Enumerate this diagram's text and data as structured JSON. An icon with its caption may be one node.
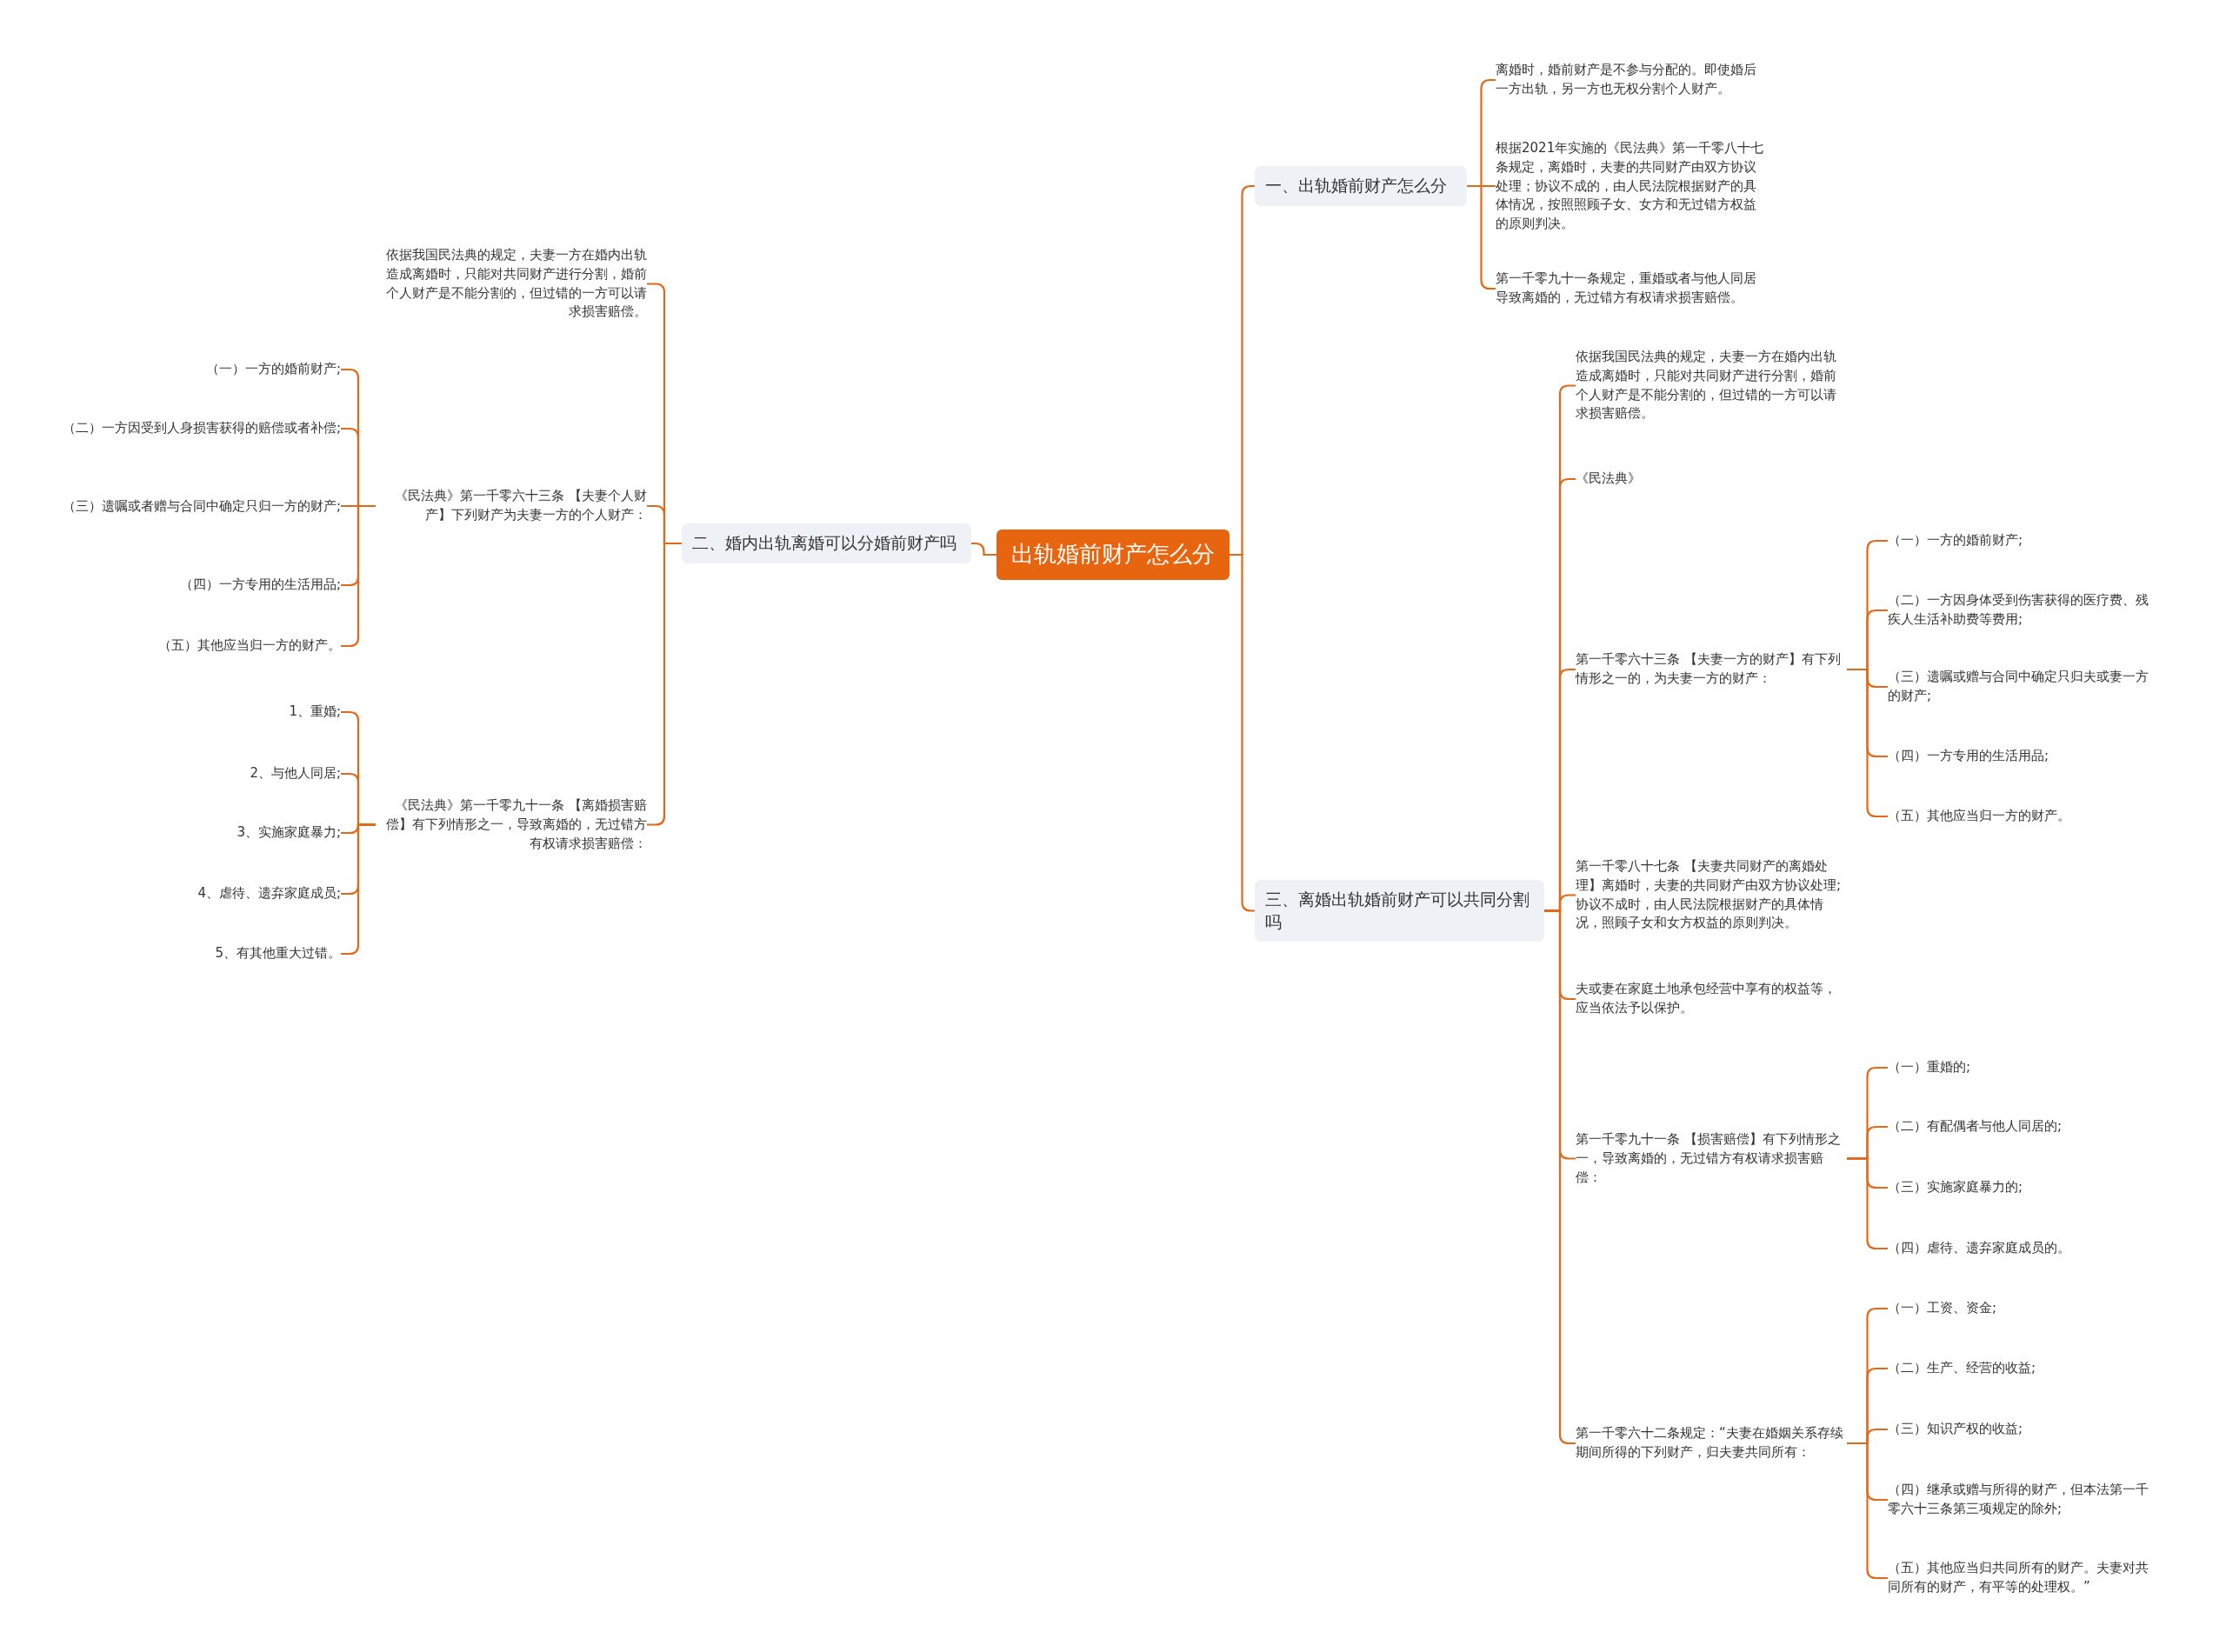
{
  "diagram": {
    "nodes": [
      {
        "text": [
          "出轨婚前财产怎么分"
        ]
      },
      {
        "text": [
          "一、出轨婚前财产怎么分"
        ]
      },
      {
        "text": [
          "离婚时，婚前财产是不参与分配的。即使婚后一方出轨，另一方也无权分割个人财产。"
        ]
      },
      {
        "text": [
          "根据2021年实施的《民法典》第一千零八十七条规定，离婚时，夫妻的共同财产由双方协议处理；协议不成的，由人民法院根据财产的具体情况，按照照顾子女、女方和无过错方权益的原则判决。"
        ]
      },
      {
        "text": [
          "第一千零九十一条规定，重婚或者与他人同居导致离婚的，无过错方有权请求损害赔偿。"
        ]
      },
      {
        "text": [
          "二、婚内出轨离婚可以分婚前财产吗"
        ]
      },
      {
        "text": [
          "依据我国民法典的规定，夫妻一方在婚内出轨造成离婚时，只能对共同财产进行分割，婚前个人财产是不能分割的，但过错的一方可以请求损害赔偿。"
        ]
      },
      {
        "text": [
          "《民法典》第一千零六十三条 【夫妻个人财产】下列财产为夫妻一方的个人财产："
        ]
      },
      {
        "text": [
          "（一）一方的婚前财产;"
        ]
      },
      {
        "text": [
          "（二）一方因受到人身损害获得的赔偿或者补偿;"
        ]
      },
      {
        "text": [
          "（三）遗嘱或者赠与合同中确定只归一方的财产;"
        ]
      },
      {
        "text": [
          "（四）一方专用的生活用品;"
        ]
      },
      {
        "text": [
          "（五）其他应当归一方的财产。"
        ]
      },
      {
        "text": [
          "《民法典》第一千零九十一条 【离婚损害赔偿】有下列情形之一，导致离婚的，无过错方有权请求损害赔偿："
        ]
      },
      {
        "text": [
          "1、重婚;"
        ]
      },
      {
        "text": [
          "2、与他人同居;"
        ]
      },
      {
        "text": [
          "3、实施家庭暴力;"
        ]
      },
      {
        "text": [
          "4、虐待、遗弃家庭成员;"
        ]
      },
      {
        "text": [
          "5、有其他重大过错。"
        ]
      },
      {
        "text": [
          "三、离婚出轨婚前财产可以共同分割吗"
        ]
      },
      {
        "text": [
          "依据我国民法典的规定，夫妻一方在婚内出轨造成离婚时，只能对共同财产进行分割，婚前个人财产是不能分割的，但过错的一方可以请求损害赔偿。"
        ]
      },
      {
        "text": [
          "《民法典》"
        ]
      },
      {
        "text": [
          "第一千零六十三条 【夫妻一方的财产】有下列情形之一的，为夫妻一方的财产："
        ]
      },
      {
        "text": [
          "（一）一方的婚前财产;"
        ]
      },
      {
        "text": [
          "（二）一方因身体受到伤害获得的医疗费、残疾人生活补助费等费用;"
        ]
      },
      {
        "text": [
          "（三）遗嘱或赠与合同中确定只归夫或妻一方的财产;"
        ]
      },
      {
        "text": [
          "（四）一方专用的生活用品;"
        ]
      },
      {
        "text": [
          "（五）其他应当归一方的财产。"
        ]
      },
      {
        "text": [
          "第一千零八十七条 【夫妻共同财产的离婚处理】离婚时，夫妻的共同财产由双方协议处理;协议不成时，由人民法院根据财产的具体情况，照顾子女和女方权益的原则判决。"
        ]
      },
      {
        "text": [
          "夫或妻在家庭土地承包经营中享有的权益等，应当依法予以保护。"
        ]
      },
      {
        "text": [
          "第一千零九十一条 【损害赔偿】有下列情形之一，导致离婚的，无过错方有权请求损害赔偿："
        ]
      },
      {
        "text": [
          "（一）重婚的;"
        ]
      },
      {
        "text": [
          "（二）有配偶者与他人同居的;"
        ]
      },
      {
        "text": [
          "（三）实施家庭暴力的;"
        ]
      },
      {
        "text": [
          "（四）虐待、遗弃家庭成员的。"
        ]
      },
      {
        "text": [
          "第一千零六十二条规定：“夫妻在婚姻关系存续期间所得的下列财产，归夫妻共同所有："
        ]
      },
      {
        "text": [
          "（一）工资、资金;"
        ]
      },
      {
        "text": [
          "（二）生产、经营的收益;"
        ]
      },
      {
        "text": [
          "（三）知识产权的收益;"
        ]
      },
      {
        "text": [
          "（四）继承或赠与所得的财产，但本法第一千零六十三条第三项规定的除外;"
        ]
      },
      {
        "text": [
          "（五）其他应当归共同所有的财产。夫妻对共同所有的财产，有平等的处理权。”"
        ]
      }
    ],
    "edges": [
      {
        "from": 0,
        "to": 1,
        "arrow": "none"
      },
      {
        "from": 1,
        "to": 2,
        "arrow": "none"
      },
      {
        "from": 1,
        "to": 3,
        "arrow": "none"
      },
      {
        "from": 1,
        "to": 4,
        "arrow": "none"
      },
      {
        "from": 0,
        "to": 5,
        "arrow": "none"
      },
      {
        "from": 5,
        "to": 6,
        "arrow": "none"
      },
      {
        "from": 5,
        "to": 7,
        "arrow": "none"
      },
      {
        "from": 7,
        "to": 8,
        "arrow": "none"
      },
      {
        "from": 7,
        "to": 9,
        "arrow": "none"
      },
      {
        "from": 7,
        "to": 10,
        "arrow": "none"
      },
      {
        "from": 7,
        "to": 11,
        "arrow": "none"
      },
      {
        "from": 7,
        "to": 12,
        "arrow": "none"
      },
      {
        "from": 5,
        "to": 13,
        "arrow": "none"
      },
      {
        "from": 13,
        "to": 14,
        "arrow": "none"
      },
      {
        "from": 13,
        "to": 15,
        "arrow": "none"
      },
      {
        "from": 13,
        "to": 16,
        "arrow": "none"
      },
      {
        "from": 13,
        "to": 17,
        "arrow": "none"
      },
      {
        "from": 13,
        "to": 18,
        "arrow": "none"
      },
      {
        "from": 0,
        "to": 19,
        "arrow": "none"
      },
      {
        "from": 19,
        "to": 20,
        "arrow": "none"
      },
      {
        "from": 19,
        "to": 21,
        "arrow": "none"
      },
      {
        "from": 19,
        "to": 22,
        "arrow": "none"
      },
      {
        "from": 22,
        "to": 23,
        "arrow": "none"
      },
      {
        "from": 22,
        "to": 24,
        "arrow": "none"
      },
      {
        "from": 22,
        "to": 25,
        "arrow": "none"
      },
      {
        "from": 22,
        "to": 26,
        "arrow": "none"
      },
      {
        "from": 22,
        "to": 27,
        "arrow": "none"
      },
      {
        "from": 19,
        "to": 28,
        "arrow": "none"
      },
      {
        "from": 19,
        "to": 29,
        "arrow": "none"
      },
      {
        "from": 19,
        "to": 30,
        "arrow": "none"
      },
      {
        "from": 30,
        "to": 31,
        "arrow": "none"
      },
      {
        "from": 30,
        "to": 32,
        "arrow": "none"
      },
      {
        "from": 30,
        "to": 33,
        "arrow": "none"
      },
      {
        "from": 30,
        "to": 34,
        "arrow": "none"
      },
      {
        "from": 19,
        "to": 35,
        "arrow": "none"
      },
      {
        "from": 35,
        "to": 36,
        "arrow": "none"
      },
      {
        "from": 35,
        "to": 37,
        "arrow": "none"
      },
      {
        "from": 35,
        "to": 38,
        "arrow": "none"
      },
      {
        "from": 35,
        "to": 39,
        "arrow": "none"
      },
      {
        "from": 35,
        "to": 40,
        "arrow": "none"
      }
    ]
  }
}
